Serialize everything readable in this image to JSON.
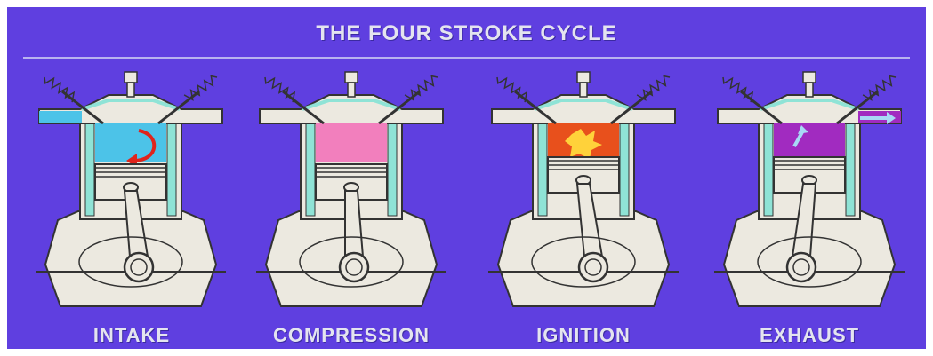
{
  "title": "THE FOUR STROKE CYCLE",
  "strokes": [
    {
      "label": "INTAKE",
      "chamber_color": "#4cc3e8",
      "state": "intake"
    },
    {
      "label": "COMPRESSION",
      "chamber_color": "#f27fbd",
      "state": "compression"
    },
    {
      "label": "IGNITION",
      "chamber_color": "#e8501c",
      "state": "ignition"
    },
    {
      "label": "EXHAUST",
      "chamber_color": "#a12bc0",
      "state": "exhaust"
    }
  ],
  "colors": {
    "background": "#5f3fe0",
    "engine_block": "#ece9e0",
    "coolant_passage": "#8fe3d6",
    "outline": "#333333",
    "arrow_intake": "#e0241b",
    "arrow_exhaust": "#a8d8f5",
    "flame": "#ffd23a"
  }
}
